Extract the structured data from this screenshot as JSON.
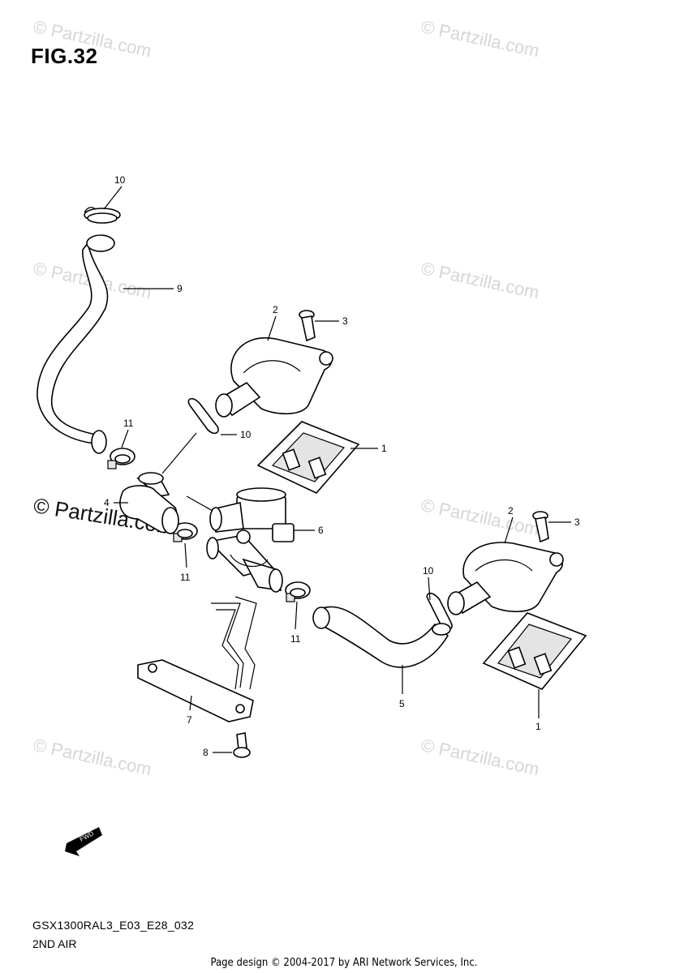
{
  "figure": {
    "title": "FIG.32",
    "model_code": "GSX1300RAL3_E03_E28_032",
    "section_name": "2ND AIR"
  },
  "footer": {
    "text": "Page design © 2004-2017 by ARI Network Services, Inc."
  },
  "watermark": {
    "text": "© Partzilla.com",
    "prominent_text": "© Partzilla.com"
  },
  "fwd_label": "FWD",
  "callouts": {
    "c1a": "1",
    "c1b": "1",
    "c2a": "2",
    "c2b": "2",
    "c3a": "3",
    "c3b": "3",
    "c4": "4",
    "c5": "5",
    "c6": "6",
    "c7": "7",
    "c8": "8",
    "c9": "9",
    "c10a": "10",
    "c10b": "10",
    "c10c": "10",
    "c11a": "11",
    "c11b": "11",
    "c11c": "11"
  }
}
